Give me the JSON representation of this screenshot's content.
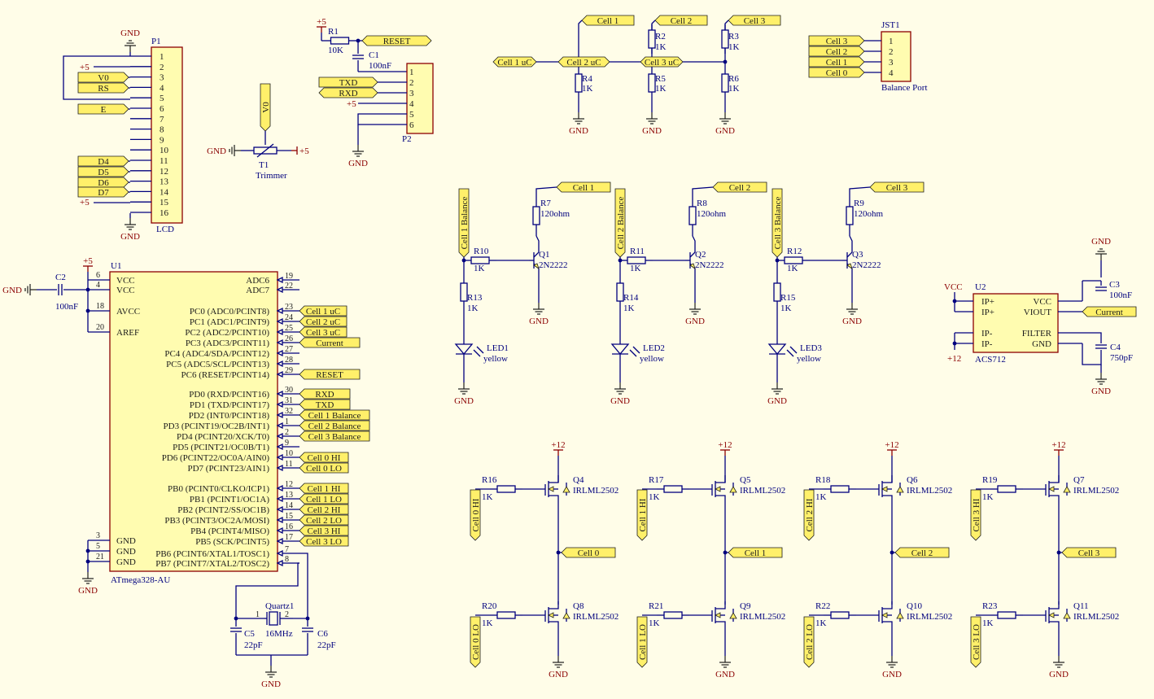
{
  "ground_label": "GND",
  "p1": {
    "designator": "P1",
    "name": "LCD",
    "pins": [
      "1",
      "2",
      "3",
      "4",
      "5",
      "6",
      "7",
      "8",
      "9",
      "10",
      "11",
      "12",
      "13",
      "14",
      "15",
      "16"
    ],
    "power": "+5"
  },
  "lcd_nets": [
    "V0",
    "RS",
    "E",
    "D4",
    "D5",
    "D6",
    "D7"
  ],
  "r1": {
    "designator": "R1",
    "value": "10K",
    "supply": "+5"
  },
  "c1": {
    "designator": "C1",
    "value": "100nF"
  },
  "p2": {
    "designator": "P2",
    "pins": [
      "1",
      "2",
      "3",
      "4",
      "5",
      "6"
    ],
    "power": "+5"
  },
  "p2_nets": [
    "RESET",
    "TXD",
    "RXD"
  ],
  "trimmer": {
    "designator": "T1",
    "name": "Trimmer",
    "net": "V0",
    "supply": "+5"
  },
  "jst1": {
    "designator": "JST1",
    "name": "Balance Port",
    "pins": [
      "1",
      "2",
      "3",
      "4"
    ],
    "nets": [
      "Cell 3",
      "Cell 2",
      "Cell 1",
      "Cell 0"
    ]
  },
  "dividers": [
    {
      "top": "R2",
      "top_value": "1K",
      "bottom": "R4",
      "bottom_value": "1K",
      "cell": "Cell 1",
      "uc": "Cell 1 uC"
    },
    {
      "top": "R2",
      "top_value": "1K",
      "bottom": "R5",
      "bottom_value": "1K",
      "cell": "Cell 2",
      "uc": "Cell 2 uC"
    },
    {
      "top": "R3",
      "top_value": "1K",
      "bottom": "R6",
      "bottom_value": "1K",
      "cell": "Cell 3",
      "uc": "Cell 3 uC"
    }
  ],
  "balancers": [
    {
      "net": "Cell 1 Balance",
      "cell": "Cell 1",
      "rb": "R10",
      "rb_value": "1K",
      "q": "Q1",
      "q_value": "2N2222",
      "rc": "R7",
      "rc_value": "120ohm",
      "rl": "R13",
      "rl_value": "1K",
      "led": "LED1",
      "led_value": "yellow"
    },
    {
      "net": "Cell 2 Balance",
      "cell": "Cell 2",
      "rb": "R11",
      "rb_value": "1K",
      "q": "Q2",
      "q_value": "2N2222",
      "rc": "R8",
      "rc_value": "120ohm",
      "rl": "R14",
      "rl_value": "1K",
      "led": "LED2",
      "led_value": "yellow"
    },
    {
      "net": "Cell 3 Balance",
      "cell": "Cell 3",
      "rb": "R12",
      "rb_value": "1K",
      "q": "Q3",
      "q_value": "2N2222",
      "rc": "R9",
      "rc_value": "120ohm",
      "rl": "R15",
      "rl_value": "1K",
      "led": "LED3",
      "led_value": "yellow"
    }
  ],
  "u1": {
    "designator": "U1",
    "part": "ATmega328-AU",
    "power": "+5",
    "c2": {
      "designator": "C2",
      "value": "100nF"
    },
    "left_pins": [
      {
        "num": "6",
        "name": "VCC"
      },
      {
        "num": "4",
        "name": "VCC"
      },
      {
        "num": "18",
        "name": "AVCC"
      },
      {
        "num": "20",
        "name": "AREF"
      },
      {
        "num": "3",
        "name": "GND"
      },
      {
        "num": "5",
        "name": "GND"
      },
      {
        "num": "21",
        "name": "GND"
      }
    ],
    "right_pins": [
      {
        "num": "19",
        "name": "ADC6",
        "net": ""
      },
      {
        "num": "22",
        "name": "ADC7",
        "net": ""
      },
      {
        "num": "23",
        "name": "PC0 (ADC0/PCINT8)",
        "net": "Cell 1 uC"
      },
      {
        "num": "24",
        "name": "PC1 (ADC1/PCINT9)",
        "net": "Cell 2 uC"
      },
      {
        "num": "25",
        "name": "PC2 (ADC2/PCINT10)",
        "net": "Cell 3 uC"
      },
      {
        "num": "26",
        "name": "PC3 (ADC3/PCINT11)",
        "net": "Current"
      },
      {
        "num": "27",
        "name": "PC4 (ADC4/SDA/PCINT12)",
        "net": ""
      },
      {
        "num": "28",
        "name": "PC5 (ADC5/SCL/PCINT13)",
        "net": ""
      },
      {
        "num": "29",
        "name": "PC6 (RESET/PCINT14)",
        "net": "RESET"
      },
      {
        "num": "30",
        "name": "PD0 (RXD/PCINT16)",
        "net": "RXD"
      },
      {
        "num": "31",
        "name": "PD1 (TXD/PCINT17)",
        "net": "TXD"
      },
      {
        "num": "32",
        "name": "PD2 (INT0/PCINT18)",
        "net": "Cell 1 Balance"
      },
      {
        "num": "1",
        "name": "PD3 (PCINT19/OC2B/INT1)",
        "net": "Cell 2 Balance"
      },
      {
        "num": "2",
        "name": "PD4 (PCINT20/XCK/T0)",
        "net": "Cell 3 Balance"
      },
      {
        "num": "9",
        "name": "PD5 (PCINT21/OC0B/T1)",
        "net": ""
      },
      {
        "num": "10",
        "name": "PD6 (PCINT22/OC0A/AIN0)",
        "net": "Cell 0 HI"
      },
      {
        "num": "11",
        "name": "PD7 (PCINT23/AIN1)",
        "net": "Cell 0 LO"
      },
      {
        "num": "12",
        "name": "PB0 (PCINT0/CLKO/ICP1)",
        "net": "Cell 1 HI"
      },
      {
        "num": "13",
        "name": "PB1 (PCINT1/OC1A)",
        "net": "Cell 1 LO"
      },
      {
        "num": "14",
        "name": "PB2 (PCINT2/SS/OC1B)",
        "net": "Cell 2 HI"
      },
      {
        "num": "15",
        "name": "PB3 (PCINT3/OC2A/MOSI)",
        "net": "Cell 2 LO"
      },
      {
        "num": "16",
        "name": "PB4 (PCINT4/MISO)",
        "net": "Cell 3 HI"
      },
      {
        "num": "17",
        "name": "PB5 (SCK/PCINT5)",
        "net": "Cell 3 LO"
      },
      {
        "num": "7",
        "name": "PB6 (PCINT6/XTAL1/TOSC1)",
        "net": ""
      },
      {
        "num": "8",
        "name": "PB7 (PCINT7/XTAL2/TOSC2)",
        "net": ""
      }
    ]
  },
  "crystal": {
    "designator": "Quartz1",
    "value": "16MHz",
    "pin1": "1",
    "pin2": "2",
    "c5": {
      "designator": "C5",
      "value": "22pF"
    },
    "c6": {
      "designator": "C6",
      "value": "22pF"
    }
  },
  "u2": {
    "designator": "U2",
    "part": "ACS712",
    "vcc_label": "VCC",
    "supply": "+12",
    "left_pins": [
      "VCC",
      "IP+",
      "IP+",
      "IP-",
      "IP-"
    ],
    "right_pins": [
      "VCC",
      "VIOUT",
      "FILTER",
      "GND"
    ],
    "net": "Current",
    "c3": {
      "designator": "C3",
      "value": "100nF"
    },
    "c4": {
      "designator": "C4",
      "value": "750pF"
    }
  },
  "mosfets": [
    {
      "hi": {
        "r": "R16",
        "rv": "1K",
        "q": "Q4",
        "net": "Cell 0 HI"
      },
      "lo": {
        "r": "R20",
        "rv": "1K",
        "q": "Q8",
        "net": "Cell 0 LO"
      },
      "cell": "Cell 0",
      "part": "IRLML2502",
      "supply": "+12"
    },
    {
      "hi": {
        "r": "R17",
        "rv": "1K",
        "q": "Q5",
        "net": "Cell 1 HI"
      },
      "lo": {
        "r": "R21",
        "rv": "1K",
        "q": "Q9",
        "net": "Cell 1 LO"
      },
      "cell": "Cell 1",
      "part": "IRLML2502",
      "supply": "+12"
    },
    {
      "hi": {
        "r": "R18",
        "rv": "1K",
        "q": "Q6",
        "net": "Cell 2 HI"
      },
      "lo": {
        "r": "R22",
        "rv": "1K",
        "q": "Q10",
        "net": "Cell 2 LO"
      },
      "cell": "Cell 2",
      "part": "IRLML2502",
      "supply": "+12"
    },
    {
      "hi": {
        "r": "R19",
        "rv": "1K",
        "q": "Q7",
        "net": "Cell 3 HI"
      },
      "lo": {
        "r": "R23",
        "rv": "1K",
        "q": "Q11",
        "net": "Cell 3 LO"
      },
      "cell": "Cell 3",
      "part": "IRLML2502",
      "supply": "+12"
    }
  ]
}
